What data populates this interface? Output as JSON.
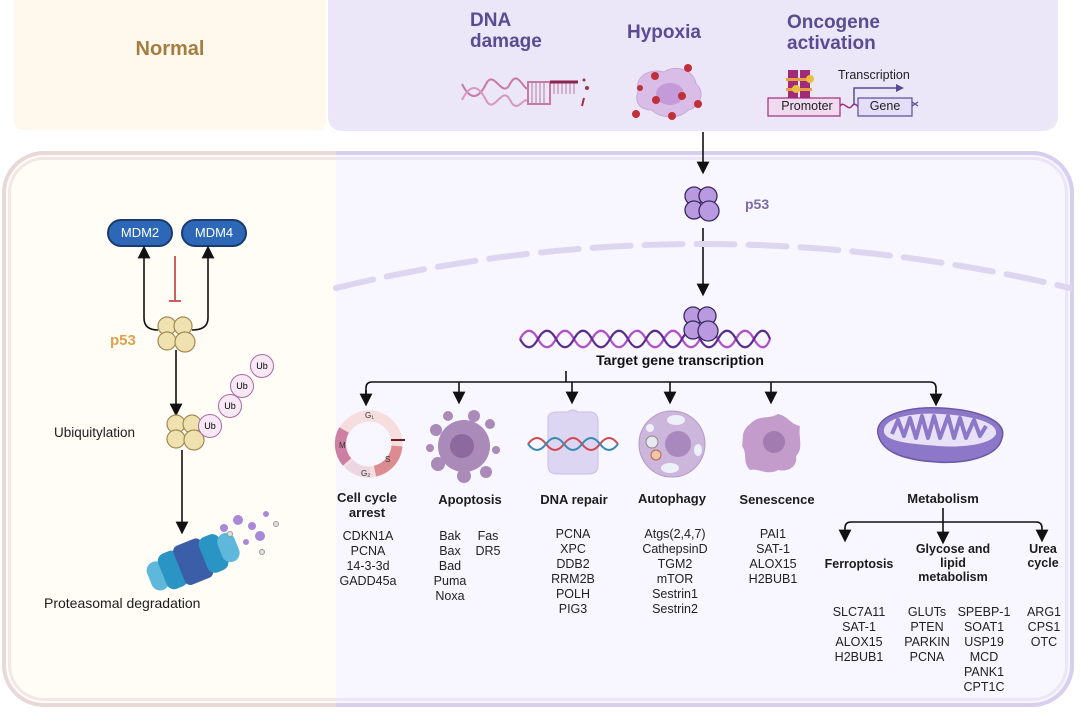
{
  "panels": {
    "normal": {
      "label": "Normal"
    },
    "stress": {
      "triggers": [
        {
          "label": "DNA damage"
        },
        {
          "label": "Hypoxia"
        },
        {
          "label": "Oncogene activation"
        }
      ],
      "oncogene_diagram": {
        "promoter": "Promoter",
        "gene": "Gene",
        "transcription": "Transcription"
      }
    }
  },
  "normal_pathway": {
    "regulators": [
      "MDM2",
      "MDM4"
    ],
    "p53_label": "p53",
    "ubiquitin_tags": [
      "Ub",
      "Ub",
      "Ub",
      "Ub"
    ],
    "ubiquitylation_label": "Ubiquitylation",
    "degradation_label": "Proteasomal degradation"
  },
  "stress_pathway": {
    "p53_label": "p53",
    "transcription_label": "Target gene transcription",
    "cell_cycle_phases": [
      "G1",
      "S",
      "G2",
      "M"
    ],
    "outcomes": [
      {
        "name": "Cell cycle arrest",
        "genes": [
          "CDKN1A",
          "PCNA",
          "14-3-3d",
          "GADD45a"
        ]
      },
      {
        "name": "Apoptosis",
        "genes_col1": [
          "Bak",
          "Bax",
          "Bad",
          "Puma",
          "Noxa"
        ],
        "genes_col2": [
          "Fas",
          "DR5"
        ]
      },
      {
        "name": "DNA repair",
        "genes": [
          "PCNA",
          "XPC",
          "DDB2",
          "RRM2B",
          "POLH",
          "PIG3"
        ]
      },
      {
        "name": "Autophagy",
        "genes": [
          "Atgs(2,4,7)",
          "CathepsinD",
          "TGM2",
          "mTOR",
          "Sestrin1",
          "Sestrin2"
        ]
      },
      {
        "name": "Senescence",
        "genes": [
          "PAI1",
          "SAT-1",
          "ALOX15",
          "H2BUB1"
        ]
      },
      {
        "name": "Metabolism"
      }
    ],
    "metabolism": [
      {
        "name": "Ferroptosis",
        "genes": [
          "SLC7A11",
          "SAT-1",
          "ALOX15",
          "H2BUB1"
        ]
      },
      {
        "name": "Glycose and lipid metabolism",
        "genes_col1": [
          "GLUTs",
          "PTEN",
          "PARKIN",
          "PCNA"
        ],
        "genes_col2": [
          "SPEBP-1",
          "SOAT1",
          "USP19",
          "MCD",
          "PANK1",
          "CPT1C"
        ]
      },
      {
        "name": "Urea cycle",
        "genes": [
          "ARG1",
          "CPS1",
          "OTC"
        ]
      }
    ]
  },
  "colors": {
    "normal_bg": "#fef9ec",
    "stress_bg": "#ece6f9",
    "normal_text": "#a57d3f",
    "stress_text": "#5a4c93",
    "p53_normal": "#f0e2b0",
    "p53_stress": "#b99ae0",
    "mdm_blue": "#2d68b8",
    "inhibit_red": "#c0393b",
    "dna_magenta": "#b04ec8"
  }
}
